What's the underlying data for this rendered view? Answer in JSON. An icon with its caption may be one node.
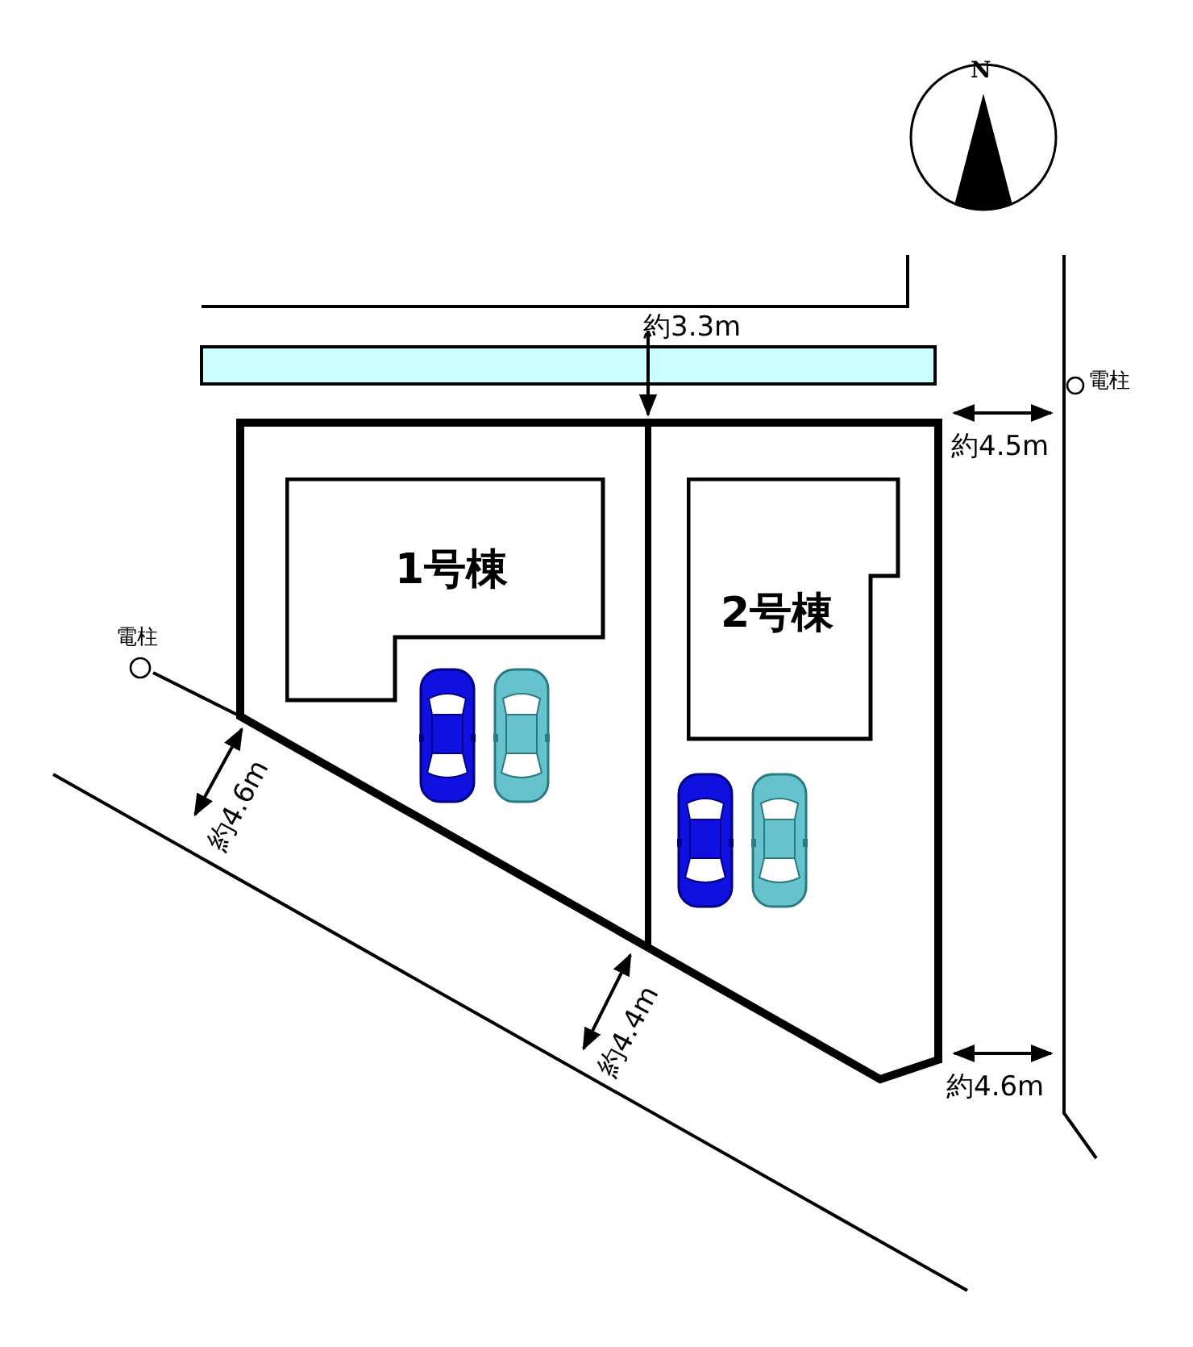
{
  "diagram": {
    "nodes": [
      {
        "text": [
          "1号棟"
        ]
      },
      {
        "text": [
          "2号棟"
        ]
      }
    ],
    "edges": [],
    "labels": [
      "N",
      "約3.3m",
      "電柱",
      "約4.5m",
      "電柱",
      "約4.6m",
      "約4.4m",
      "約4.6m"
    ]
  }
}
